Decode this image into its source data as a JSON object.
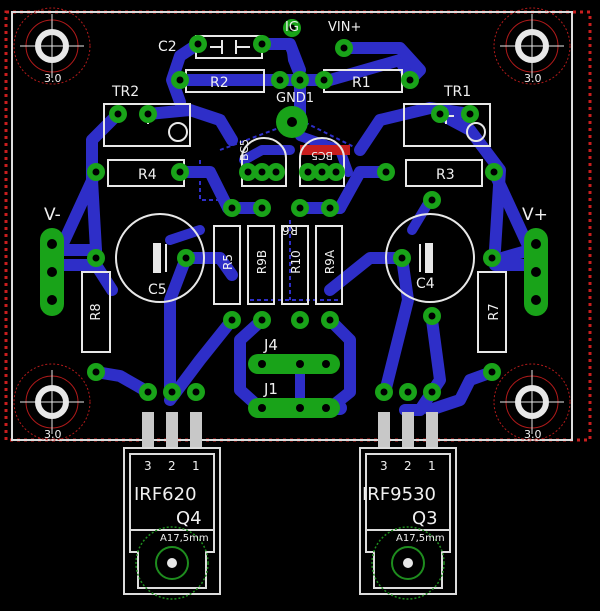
{
  "board": {
    "labels": {
      "c2": "C2",
      "ig": "IG",
      "vin": "VIN+",
      "r2": "R2",
      "r1": "R1",
      "tr2": "TR2",
      "tr1": "TR1",
      "gnd1": "GND1",
      "r4": "R4",
      "r3": "R3",
      "vminus": "V-",
      "vplus": "V+",
      "c5": "C5",
      "c4": "C4",
      "r5": "R5",
      "r6": "R6",
      "r9b": "R9B",
      "r10": "R10",
      "r9a": "R9A",
      "r8": "R8",
      "r7": "R7",
      "j4": "J4",
      "j1": "J1",
      "bc_left": "BC5",
      "bc_right": "BC5",
      "hole": "3.0"
    },
    "transistors": [
      {
        "part": "IRF620",
        "ref": "Q4",
        "pins": [
          "3",
          "2",
          "1"
        ],
        "hole": "A17,5mm"
      },
      {
        "part": "IRF9530",
        "ref": "Q3",
        "pins": [
          "3",
          "2",
          "1"
        ],
        "hole": "A17,5mm"
      }
    ],
    "colors": {
      "background": "#000000",
      "trace_bottom": "#2e2ec8",
      "pad": "#19a319",
      "silkscreen": "#e8e8e8",
      "dimension": "#c81e1e",
      "hole_ring": "#b01a1a"
    }
  }
}
